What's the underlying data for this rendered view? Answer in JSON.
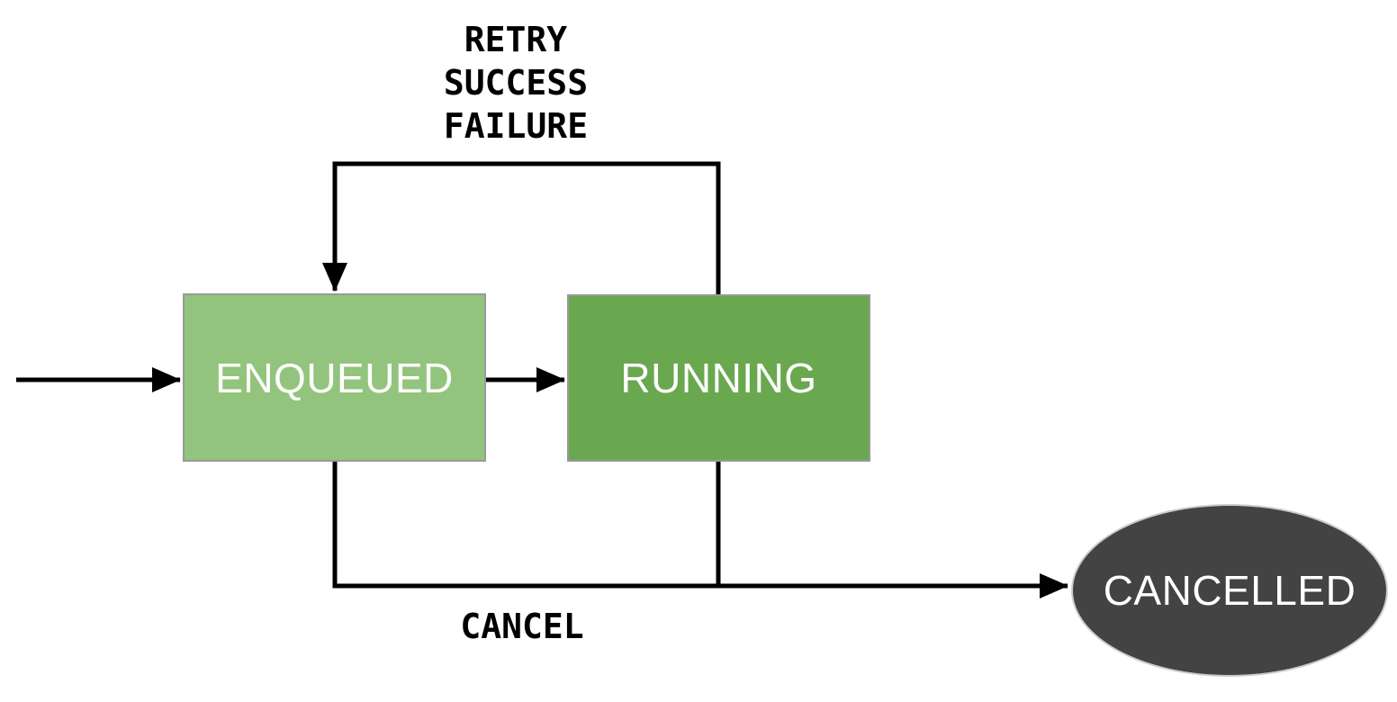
{
  "diagram": {
    "type": "state-machine",
    "nodes": [
      {
        "id": "enqueued",
        "label": "ENQUEUED",
        "shape": "rectangle",
        "fill": "#93c47d",
        "border": "#999999",
        "text_color": "#ffffff"
      },
      {
        "id": "running",
        "label": "RUNNING",
        "shape": "rectangle",
        "fill": "#6aa84f",
        "border": "#999999",
        "text_color": "#ffffff"
      },
      {
        "id": "cancelled",
        "label": "CANCELLED",
        "shape": "ellipse",
        "fill": "#434343",
        "border": "#cccccc",
        "text_color": "#ffffff"
      }
    ],
    "edges": [
      {
        "from": "start",
        "to": "enqueued",
        "labels": []
      },
      {
        "from": "enqueued",
        "to": "running",
        "labels": []
      },
      {
        "from": "running",
        "to": "enqueued",
        "labels": [
          "RETRY",
          "SUCCESS",
          "FAILURE"
        ]
      },
      {
        "from": "enqueued+running",
        "to": "cancelled",
        "labels": [
          "CANCEL"
        ]
      }
    ],
    "colors": {
      "background": "#ffffff",
      "arrow": "#000000",
      "edge_label_text": "#000000"
    }
  }
}
